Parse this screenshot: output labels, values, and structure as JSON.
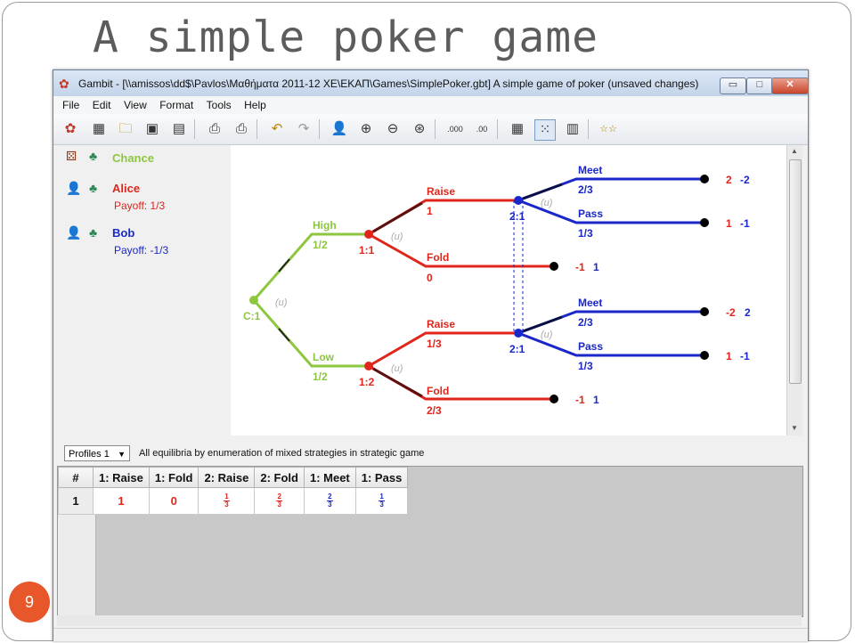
{
  "slide": {
    "title": "A simple poker game",
    "number": "9"
  },
  "window": {
    "title": "Gambit - [\\\\amissos\\dd$\\Pavlos\\Μαθήματα 2011-12 ΧΕ\\ΕΚΑΠ\\Games\\SimplePoker.gbt] A simple game of poker (unsaved changes)",
    "minimize_label": "▭",
    "maximize_label": "□",
    "close_label": "✕"
  },
  "menu": [
    "File",
    "Edit",
    "View",
    "Format",
    "Tools",
    "Help"
  ],
  "players": {
    "chance": {
      "name": "Chance",
      "color": "#8dc63f"
    },
    "alice": {
      "name": "Alice",
      "payoff": "Payoff: 1/3",
      "color": "#e0251b"
    },
    "bob": {
      "name": "Bob",
      "payoff": "Payoff: -1/3",
      "color": "#1a27c9"
    }
  },
  "tree": {
    "root": {
      "label": "C:1",
      "tag": "(u)"
    },
    "chance_moves": [
      {
        "label": "High",
        "prob": "1/2"
      },
      {
        "label": "Low",
        "prob": "1/2"
      }
    ],
    "alice_nodes": [
      {
        "label": "1:1",
        "tag": "(u)",
        "moves": [
          {
            "label": "Raise",
            "prob": "1"
          },
          {
            "label": "Fold",
            "prob": "0"
          }
        ]
      },
      {
        "label": "1:2",
        "tag": "(u)",
        "moves": [
          {
            "label": "Raise",
            "prob": "1/3"
          },
          {
            "label": "Fold",
            "prob": "2/3"
          }
        ]
      }
    ],
    "bob_nodes": [
      {
        "label": "2:1",
        "tag": "(u)",
        "moves": [
          {
            "label": "Meet",
            "prob": "2/3"
          },
          {
            "label": "Pass",
            "prob": "1/3"
          }
        ]
      },
      {
        "label": "2:1",
        "tag": "(u)",
        "moves": [
          {
            "label": "Meet",
            "prob": "2/3"
          },
          {
            "label": "Pass",
            "prob": "1/3"
          }
        ]
      }
    ],
    "payoffs": [
      {
        "p1": "2",
        "p2": "-2"
      },
      {
        "p1": "1",
        "p2": "-1"
      },
      {
        "p1": "-1",
        "p2": "1"
      },
      {
        "p1": "-2",
        "p2": "2"
      },
      {
        "p1": "1",
        "p2": "-1"
      },
      {
        "p1": "-1",
        "p2": "1"
      }
    ]
  },
  "status": {
    "profiles_select": "Profiles 1",
    "text": "All equilibria by enumeration of mixed strategies in strategic game"
  },
  "profiles_table": {
    "headers": [
      "#",
      "1: Raise",
      "1: Fold",
      "2: Raise",
      "2: Fold",
      "1: Meet",
      "1: Pass"
    ],
    "row": {
      "index": "1",
      "c1": "1",
      "c2": "0",
      "f3n": "1",
      "f3d": "3",
      "f4n": "2",
      "f4d": "3",
      "f5n": "2",
      "f5d": "3",
      "f6n": "1",
      "f6d": "3"
    }
  }
}
